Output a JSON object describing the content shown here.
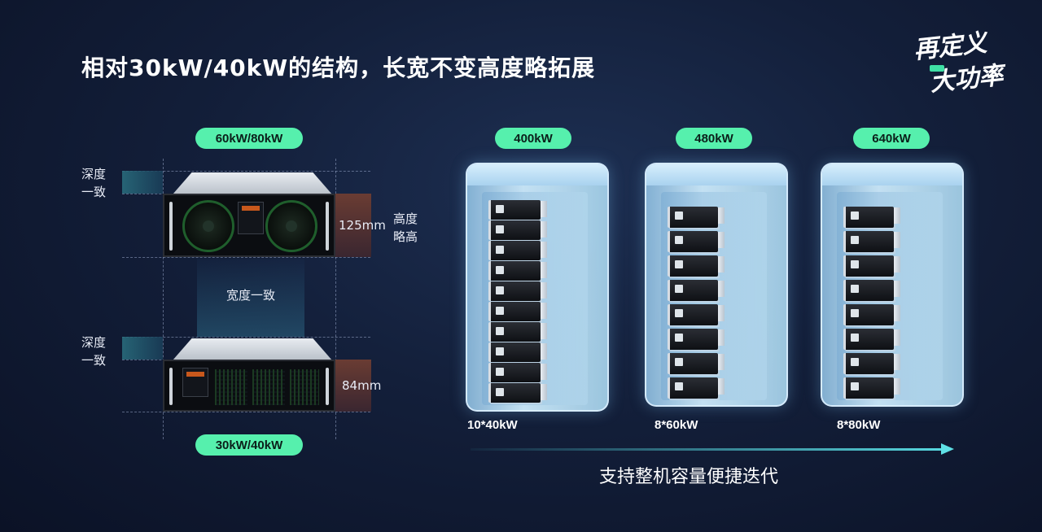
{
  "slide": {
    "title": "相对30kW/40kW的结构，长宽不变高度略拓展",
    "logo": {
      "line1": "再定义",
      "line2": "大功率"
    }
  },
  "left": {
    "top_pill": "60kW/80kW",
    "bottom_pill": "30kW/40kW",
    "depth_top": [
      "深度",
      "一致"
    ],
    "depth_bottom": [
      "深度",
      "一致"
    ],
    "height_top": "125mm",
    "height_note": [
      "高度",
      "略高"
    ],
    "width_note": "宽度一致",
    "height_bottom": "84mm"
  },
  "racks": [
    {
      "pill": "400kW",
      "caption": "10*40kW",
      "servers": 10
    },
    {
      "pill": "480kW",
      "caption": "8*60kW",
      "servers": 8
    },
    {
      "pill": "640kW",
      "caption": "8*80kW",
      "servers": 8
    }
  ],
  "footer": {
    "caption": "支持整机容量便捷迭代"
  },
  "colors": {
    "accent": "#56f0ad",
    "background": "#131f3a",
    "arrow": "#5fe1e6",
    "rack_glass": "#bfe2f6"
  }
}
